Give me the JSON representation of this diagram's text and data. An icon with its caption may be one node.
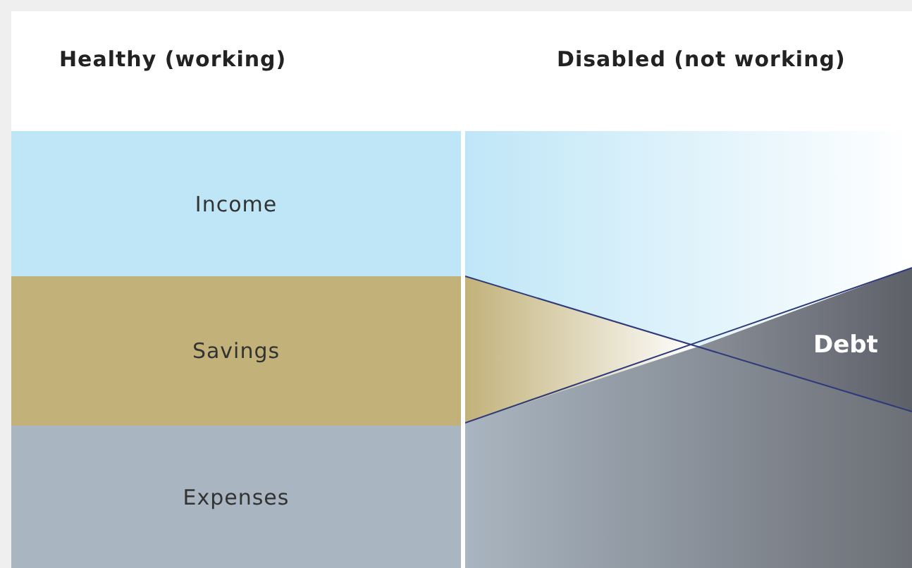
{
  "diagram": {
    "nodes": [
      {
        "text": [
          "Income"
        ]
      },
      {
        "text": [
          "Savings"
        ]
      },
      {
        "text": [
          "Expenses"
        ]
      },
      {
        "text": [
          "Debt"
        ]
      }
    ],
    "labels": [
      "Healthy (working)",
      "Disabled (not working)"
    ]
  }
}
